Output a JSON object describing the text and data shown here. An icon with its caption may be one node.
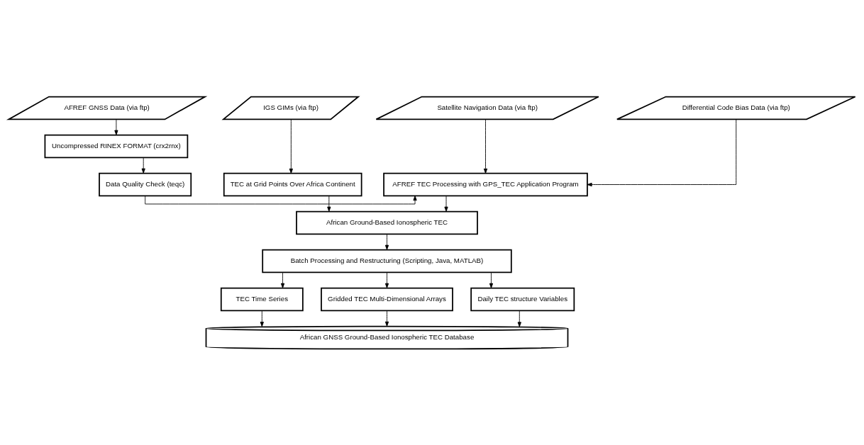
{
  "diagram": {
    "nodes": [
      {
        "text": [
          "AFREF GNSS Data (via ftp)"
        ]
      },
      {
        "text": [
          "Satellite Navigation Data (via ftp)"
        ]
      },
      {
        "text": [
          "Differential Code Bias Data (via ftp)"
        ]
      },
      {
        "text": [
          "IGS GIMs (via ftp)"
        ]
      },
      {
        "text": [
          "Uncompressed RINEX FORMAT (crx2rnx)"
        ]
      },
      {
        "text": [
          "Data Quality Check (teqc)"
        ]
      },
      {
        "text": [
          "AFREF TEC Processing with GPS_TEC Application Program"
        ]
      },
      {
        "text": [
          "TEC at Grid Points Over Africa Continent"
        ]
      },
      {
        "text": [
          "African Ground-Based Ionospheric TEC"
        ]
      },
      {
        "text": [
          "Batch Processing and Restructuring (Scripting, Java, MATLAB)"
        ]
      },
      {
        "text": [
          "TEC Time Series"
        ]
      },
      {
        "text": [
          "Gridded TEC Multi-Dimensional Arrays"
        ]
      },
      {
        "text": [
          "Daily TEC structure Variables"
        ]
      },
      {
        "text": [
          "African GNSS Ground-Based Ionospheric TEC Database"
        ]
      }
    ],
    "edges": [
      {
        "from": 0,
        "to": 4,
        "arrow": "to"
      },
      {
        "from": 4,
        "to": 5,
        "arrow": "to"
      },
      {
        "from": 5,
        "to": 6,
        "arrow": "to"
      },
      {
        "from": 1,
        "to": 6,
        "arrow": "to"
      },
      {
        "from": 2,
        "to": 6,
        "arrow": "to"
      },
      {
        "from": 3,
        "to": 7,
        "arrow": "to"
      },
      {
        "from": 6,
        "to": 8,
        "arrow": "to"
      },
      {
        "from": 7,
        "to": 8,
        "arrow": "to"
      },
      {
        "from": 8,
        "to": 9,
        "arrow": "to"
      },
      {
        "from": 9,
        "to": 10,
        "arrow": "to"
      },
      {
        "from": 9,
        "to": 11,
        "arrow": "to"
      },
      {
        "from": 9,
        "to": 12,
        "arrow": "to"
      },
      {
        "from": 10,
        "to": 13,
        "arrow": "to"
      },
      {
        "from": 11,
        "to": 13,
        "arrow": "to"
      },
      {
        "from": 12,
        "to": 13,
        "arrow": "to"
      }
    ]
  }
}
